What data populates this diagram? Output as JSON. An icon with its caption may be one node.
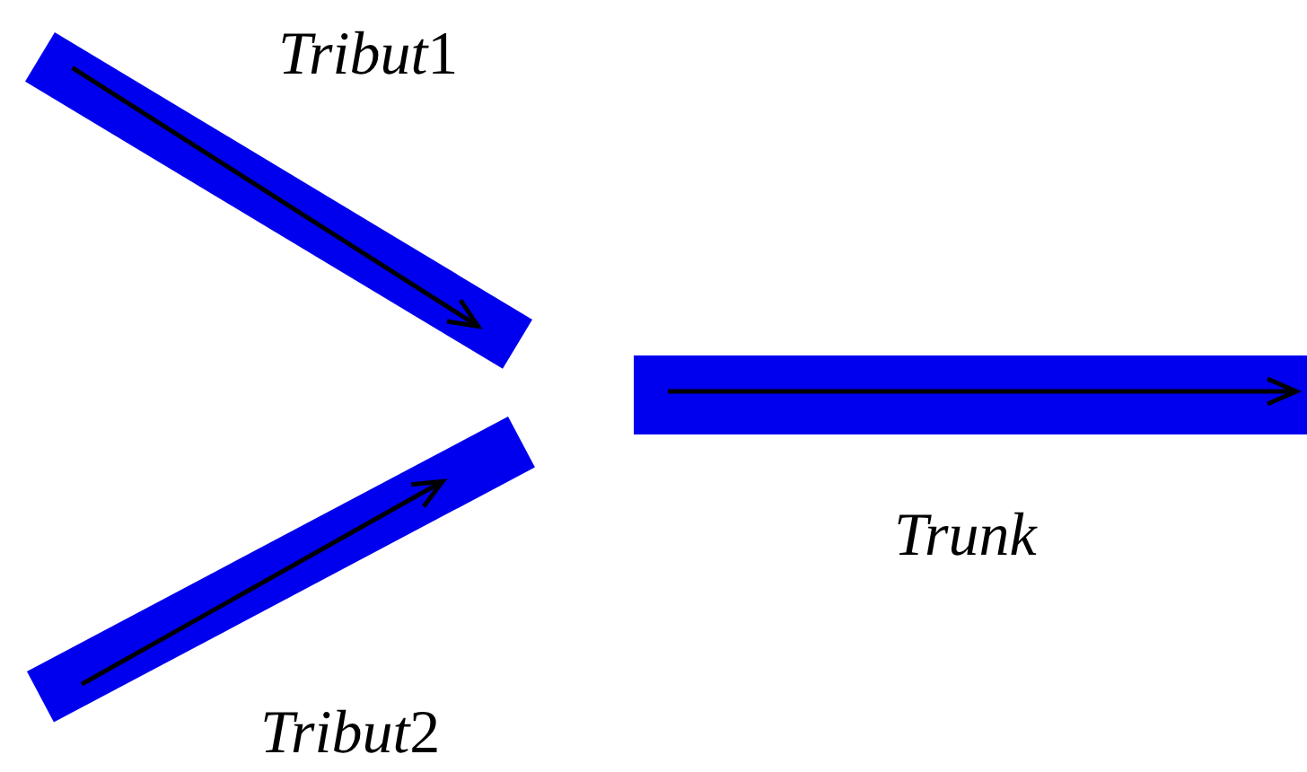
{
  "diagram": {
    "nodes": [
      {
        "text": [],
        "shape": "bar",
        "beside": [
          "Tribut1"
        ]
      },
      {
        "text": [],
        "shape": "bar",
        "beside": [
          "Tribut2"
        ]
      },
      {
        "text": [],
        "shape": "bar",
        "beside": [
          "Trunk"
        ]
      }
    ]
  }
}
